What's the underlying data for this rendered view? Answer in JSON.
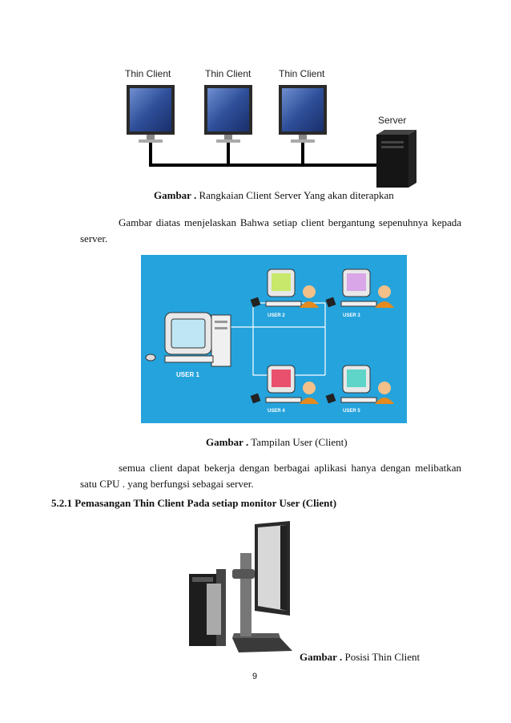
{
  "figure1": {
    "labels": [
      "Thin Client",
      "Thin Client",
      "Thin Client"
    ],
    "server_label": "Server",
    "caption_bold": "Gambar .",
    "caption_text": " Rangkaian Client Server Yang akan diterapkan"
  },
  "paragraph1": "Gambar diatas menjelaskan Bahwa setiap client bergantung sepenuhnya kepada server.",
  "figure2": {
    "user_labels": [
      "USER 1",
      "USER 2",
      "USER 3",
      "USER 4",
      "USER 5"
    ],
    "screen_colors": [
      "#c7e86a",
      "#d9a6e8",
      "#e8506e",
      "#5fd4c8"
    ],
    "background": "#25a3dc",
    "caption_bold": "Gambar .",
    "caption_text": " Tampilan User (Client)"
  },
  "paragraph2": "semua client dapat bekerja dengan berbagai aplikasi hanya dengan melibatkan satu CPU . yang berfungsi sebagai server.",
  "section_heading": "5.2.1 Pemasangan Thin Client Pada setiap monitor User (Client)",
  "figure3": {
    "caption_bold": "Gambar .",
    "caption_text": " Posisi Thin Client"
  },
  "page_number": "9"
}
